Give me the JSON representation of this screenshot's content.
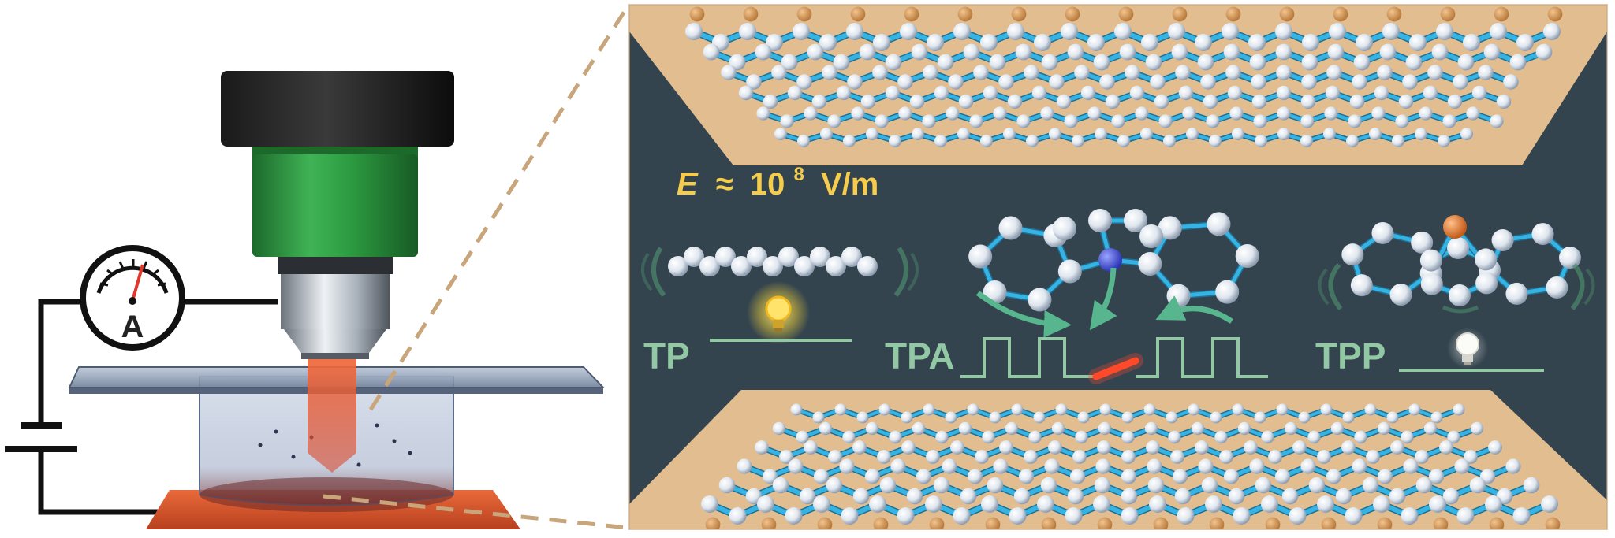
{
  "field_label": {
    "symbol": "E",
    "approx": "≈",
    "base": "10",
    "exponent": "8",
    "unit": "V/m"
  },
  "molecules": [
    {
      "label": "TP"
    },
    {
      "label": "TPA"
    },
    {
      "label": "TPP"
    }
  ],
  "ammeter": {
    "symbol": "A"
  },
  "colors": {
    "background_panel": "#34444e",
    "electrode_tan": "#e2bd90",
    "lattice_bond": "#35b3e3",
    "atom_white": "#e9eef4",
    "label_green": "#92c8a4",
    "field_text": "#f5cc4b",
    "nitrogen_atom": "#4b59d6",
    "phosphorus_atom": "#e07930",
    "objective_green": "#2e9d42",
    "laser_orange": "#e55a33"
  },
  "icons": [
    "bulb-on-icon",
    "bulb-off-icon",
    "ammeter-icon",
    "battery-icon",
    "curved-arrow-icon"
  ]
}
